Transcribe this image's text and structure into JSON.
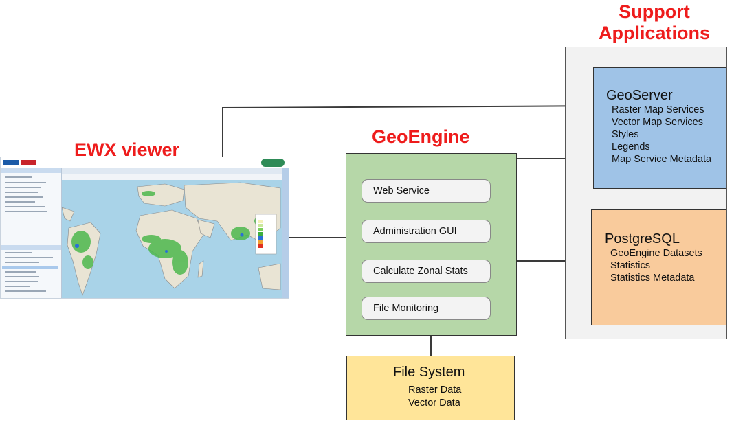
{
  "titles": {
    "support_line1": "Support",
    "support_line2": "Applications",
    "geoengine": "GeoEngine",
    "ewx_viewer": "EWX viewer"
  },
  "geoserver": {
    "title": "GeoServer",
    "items": [
      "Raster Map Services",
      "Vector Map Services",
      "Styles",
      "Legends",
      "Map Service Metadata"
    ]
  },
  "postgresql": {
    "title": "PostgreSQL",
    "items": [
      "GeoEngine Datasets",
      "Statistics",
      "Statistics Metadata"
    ]
  },
  "geoengine_components": [
    "Web Service",
    "Administration GUI",
    "Calculate Zonal Stats",
    "File Monitoring"
  ],
  "filesystem": {
    "title": "File System",
    "items": [
      "Raster Data",
      "Vector Data"
    ]
  },
  "colors": {
    "title_red": "#ee1c1c",
    "geoserver_fill": "#9fc3e7",
    "postgres_fill": "#f9cb9c",
    "geoengine_fill": "#b6d7a8",
    "filesystem_fill": "#ffe599",
    "support_fill": "#f2f2f2"
  }
}
